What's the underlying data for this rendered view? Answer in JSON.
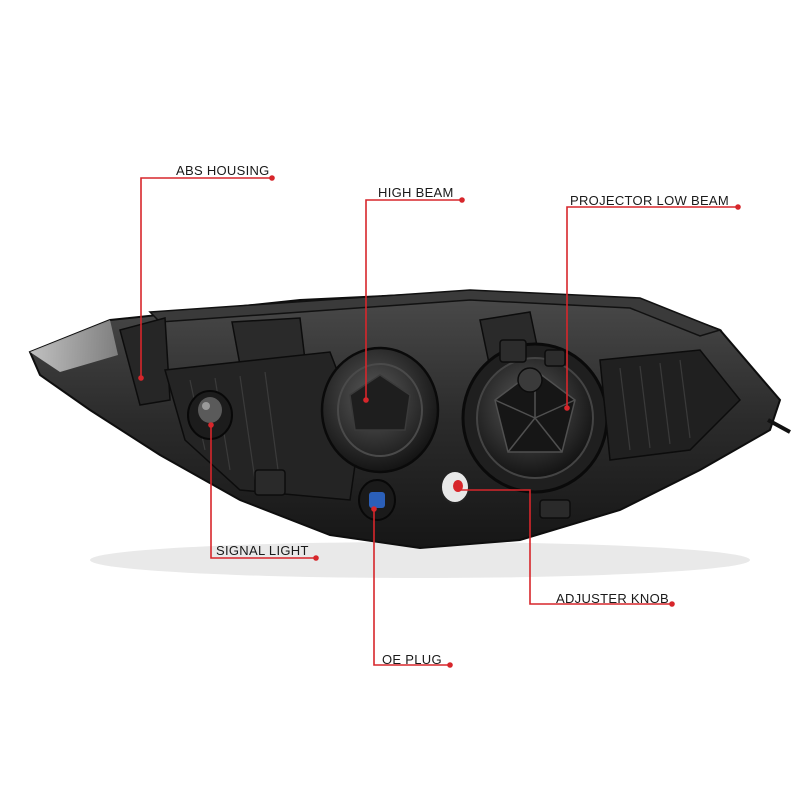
{
  "accent_color": "#d7262b",
  "product": "headlight-assembly",
  "callouts": {
    "abs_housing": "ABS HOUSING",
    "high_beam": "HIGH BEAM",
    "projector_low_beam": "PROJECTOR LOW BEAM",
    "signal_light": "SIGNAL LIGHT",
    "adjuster_knob": "ADJUSTER KNOB",
    "oe_plug": "OE PLUG"
  }
}
